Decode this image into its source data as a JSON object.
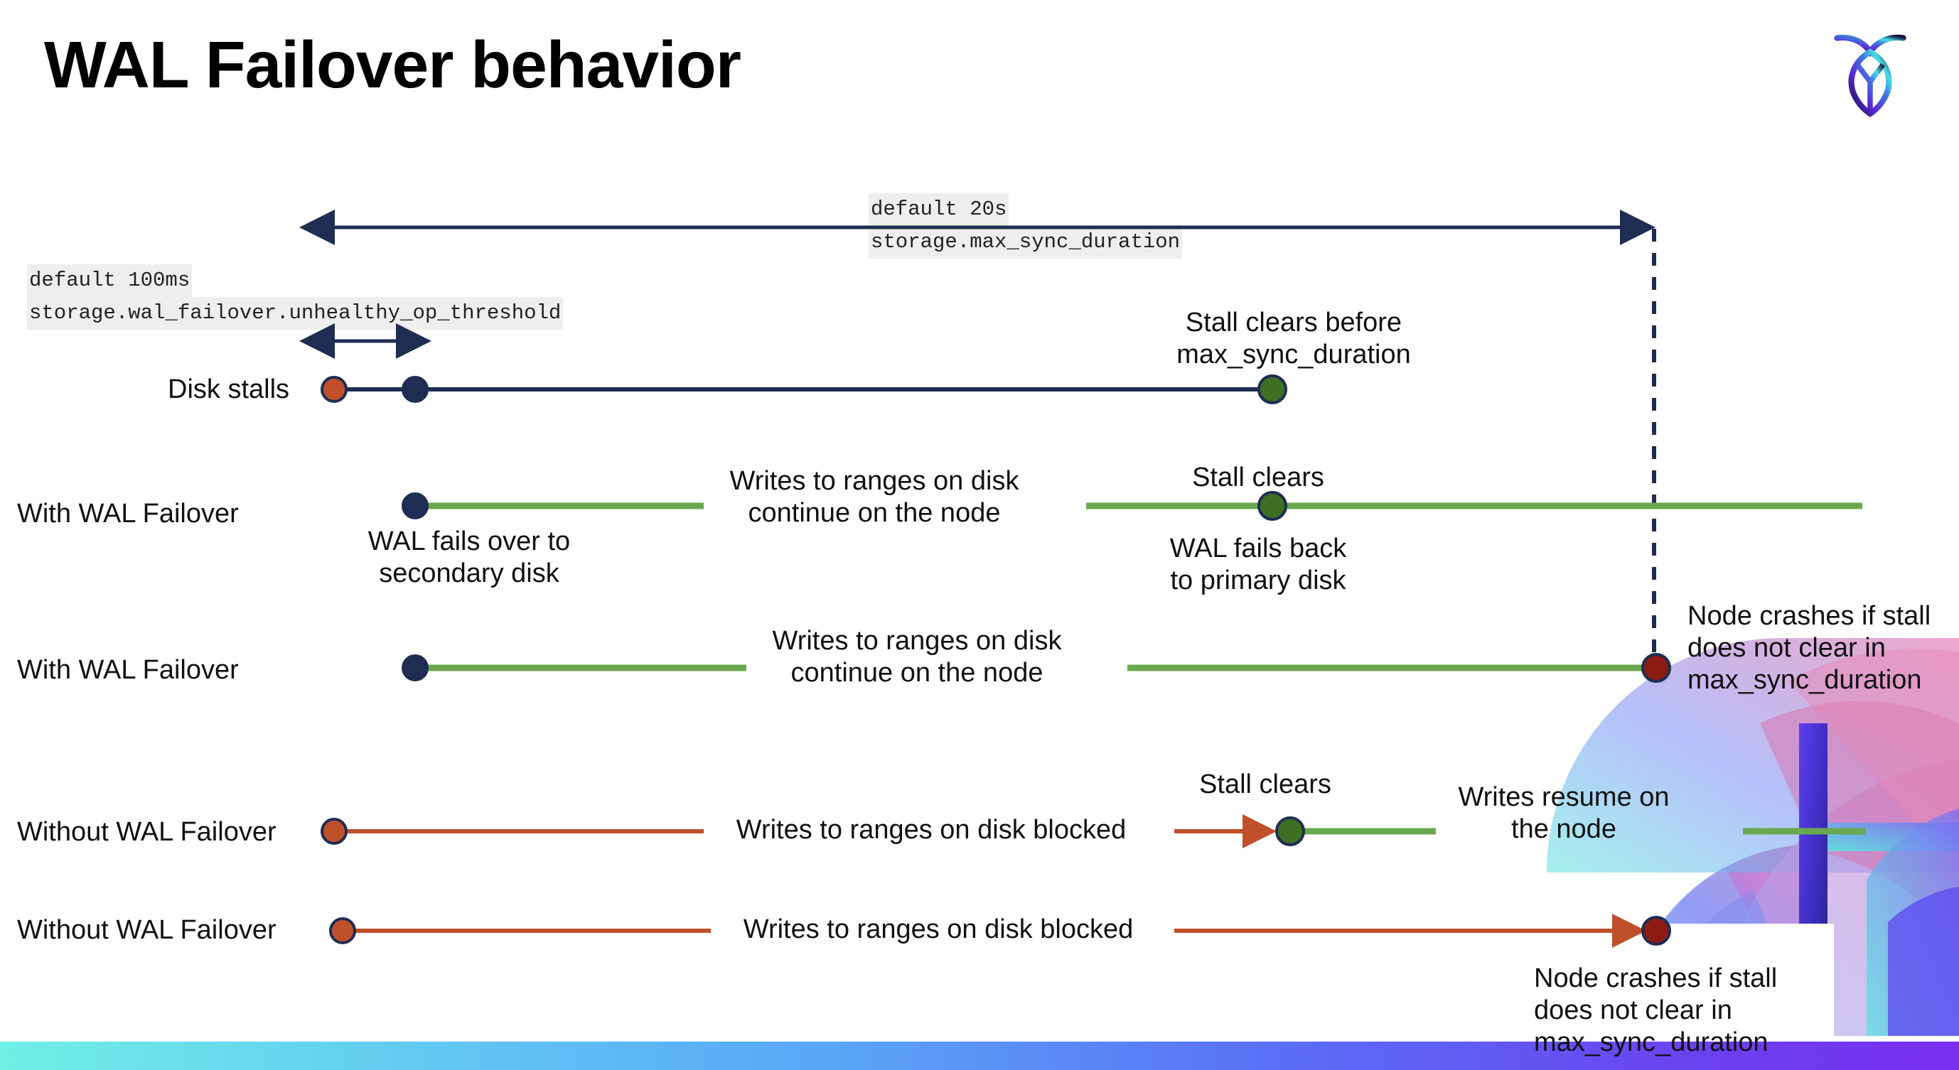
{
  "slide": {
    "title": "WAL Failover behavior",
    "logo_name": "cockroachdb-logo"
  },
  "colors": {
    "navy": "#1f2d52",
    "green_line": "#6aa84f",
    "green_dot": "#3d7023",
    "orange": "#c0502a",
    "red_dot": "#8c1c13",
    "code_bg": "#eeeeee",
    "bar_gradient_start": "#6ff0e6",
    "bar_gradient_end": "#7b2ff0"
  },
  "settings": {
    "max_sync_duration": {
      "default_label": "default 20s",
      "name_label": "storage.max_sync_duration"
    },
    "unhealthy_op_threshold": {
      "default_label": "default 100ms",
      "name_label": "storage.wal_failover.unhealthy_op_threshold"
    }
  },
  "rows": [
    {
      "label": "Disk stalls",
      "annotations": [
        "Stall clears before\nmax_sync_duration"
      ]
    },
    {
      "label": "With WAL Failover",
      "annotations": [
        "WAL fails over to\nsecondary disk",
        "Writes to ranges on disk\ncontinue on the node",
        "Stall clears",
        "WAL fails  back\nto primary disk"
      ]
    },
    {
      "label": "With WAL Failover",
      "annotations": [
        "Writes to ranges on disk\ncontinue on the node",
        "Node crashes if stall\ndoes not clear in\nmax_sync_duration"
      ]
    },
    {
      "label": "Without WAL Failover",
      "annotations": [
        "Writes to ranges on disk  blocked",
        "Stall clears",
        "Writes resume on\nthe node"
      ]
    },
    {
      "label": "Without WAL Failover",
      "annotations": [
        "Writes to ranges on disk  blocked",
        "Node crashes if stall\ndoes not clear in\nmax_sync_duration"
      ]
    }
  ]
}
